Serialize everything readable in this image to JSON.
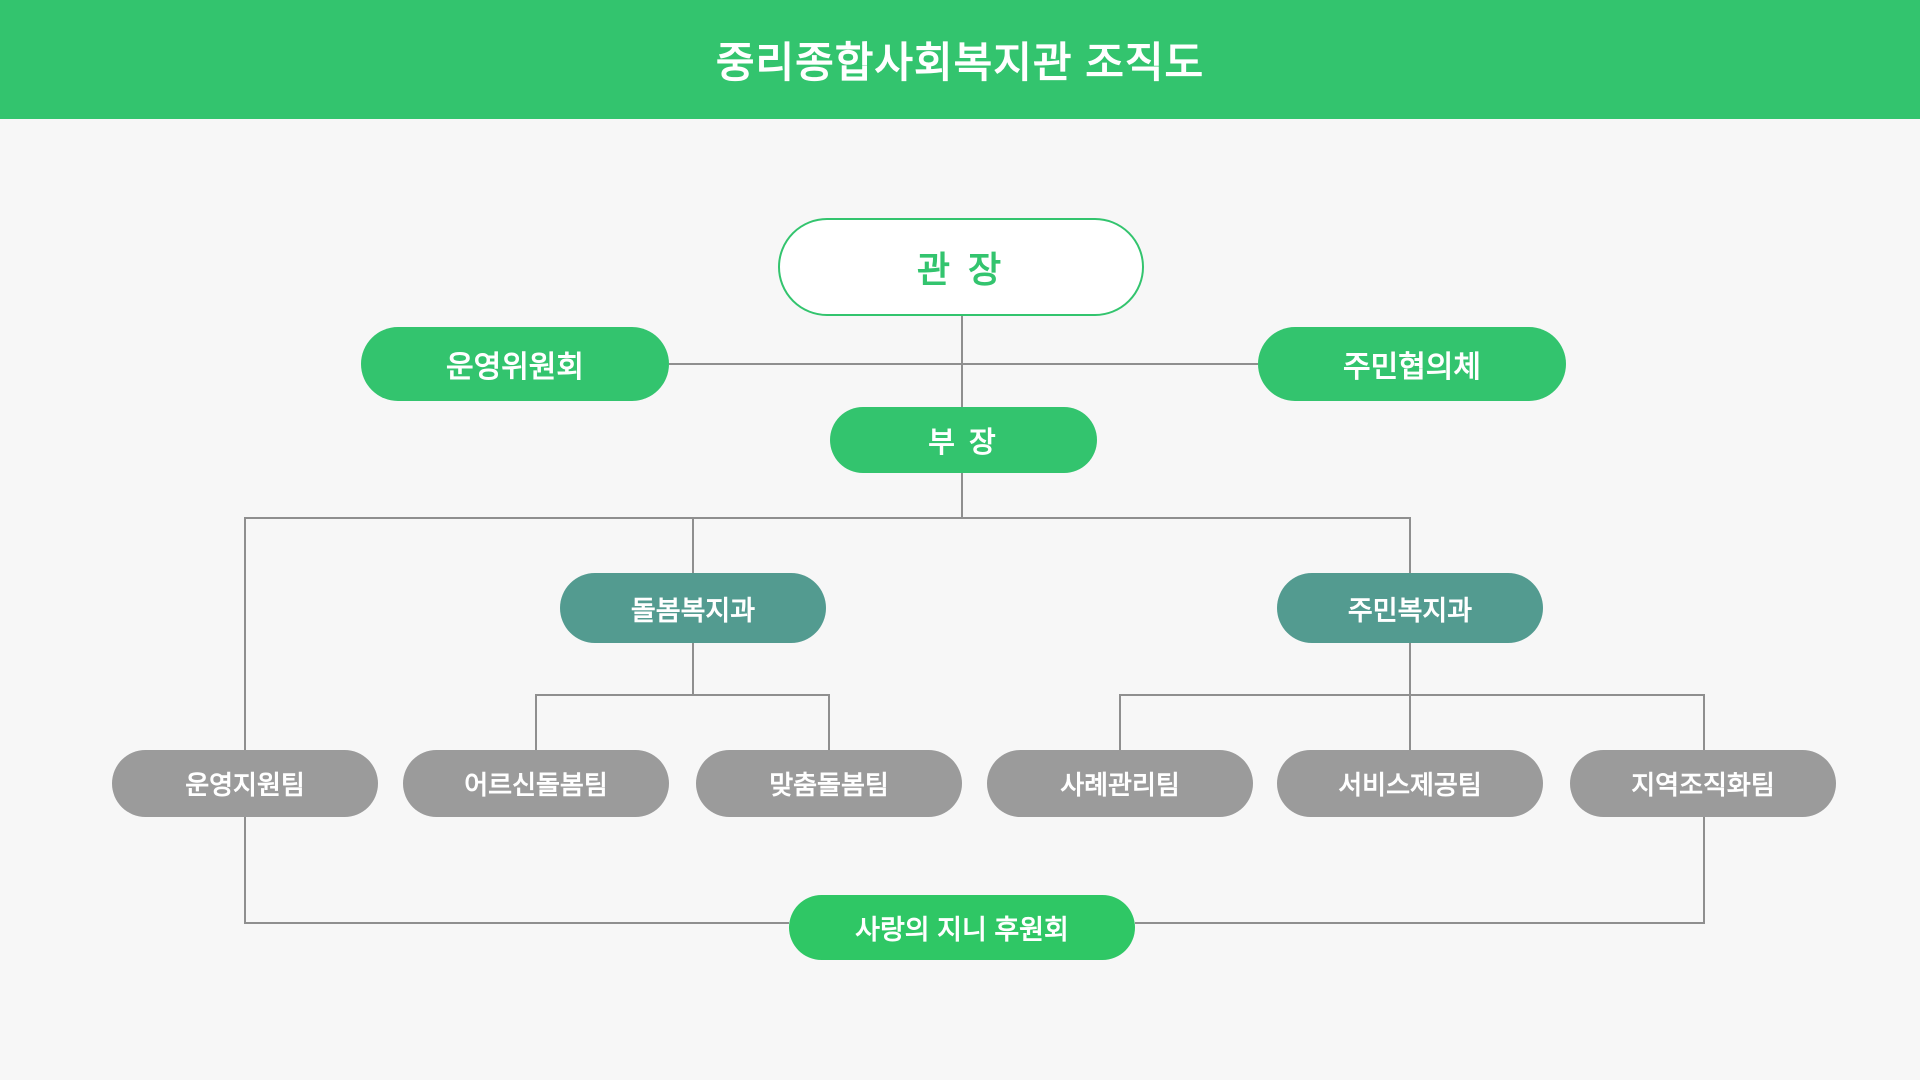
{
  "header": {
    "title": "중리종합사회복지관 조직도"
  },
  "org": {
    "director": {
      "label": "관 장"
    },
    "advisory": [
      {
        "label": "운영위원회"
      },
      {
        "label": "주민협의체"
      }
    ],
    "deputy": {
      "label": "부 장"
    },
    "divisions": [
      {
        "label": "돌봄복지과"
      },
      {
        "label": "주민복지과"
      }
    ],
    "teams": [
      {
        "label": "운영지원팀"
      },
      {
        "label": "어르신돌봄팀"
      },
      {
        "label": "맞춤돌봄팀"
      },
      {
        "label": "사례관리팀"
      },
      {
        "label": "서비스제공팀"
      },
      {
        "label": "지역조직화팀"
      }
    ],
    "supporters": {
      "label": "사랑의 지니 후원회"
    }
  },
  "colors": {
    "green": "#33c46e",
    "supporter_green": "#2fc765",
    "teal": "#539b90",
    "gray": "#9b9b9b",
    "line": "#8f8f8f",
    "background": "#f7f7f7",
    "header_bg": "#33c46e"
  }
}
